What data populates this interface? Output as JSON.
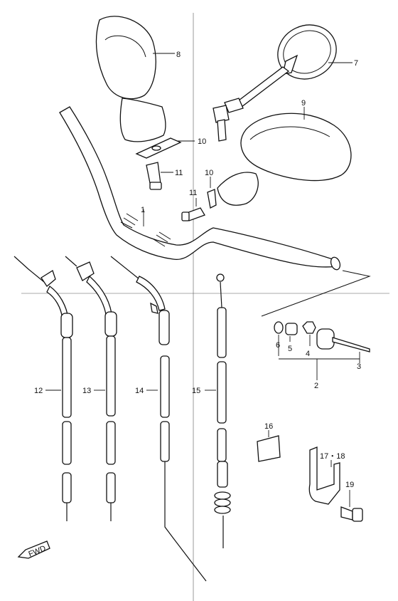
{
  "diagram": {
    "callouts": {
      "c1": "1",
      "c2": "2",
      "c3": "3",
      "c4": "4",
      "c5": "5",
      "c6": "6",
      "c7": "7",
      "c8": "8",
      "c9": "9",
      "c10a": "10",
      "c10b": "10",
      "c11a": "11",
      "c11b": "11",
      "c12": "12",
      "c13": "13",
      "c14": "14",
      "c15": "15",
      "c16": "16",
      "c17_18": "17・18",
      "c19": "19"
    },
    "fwd_label": "FWD"
  }
}
